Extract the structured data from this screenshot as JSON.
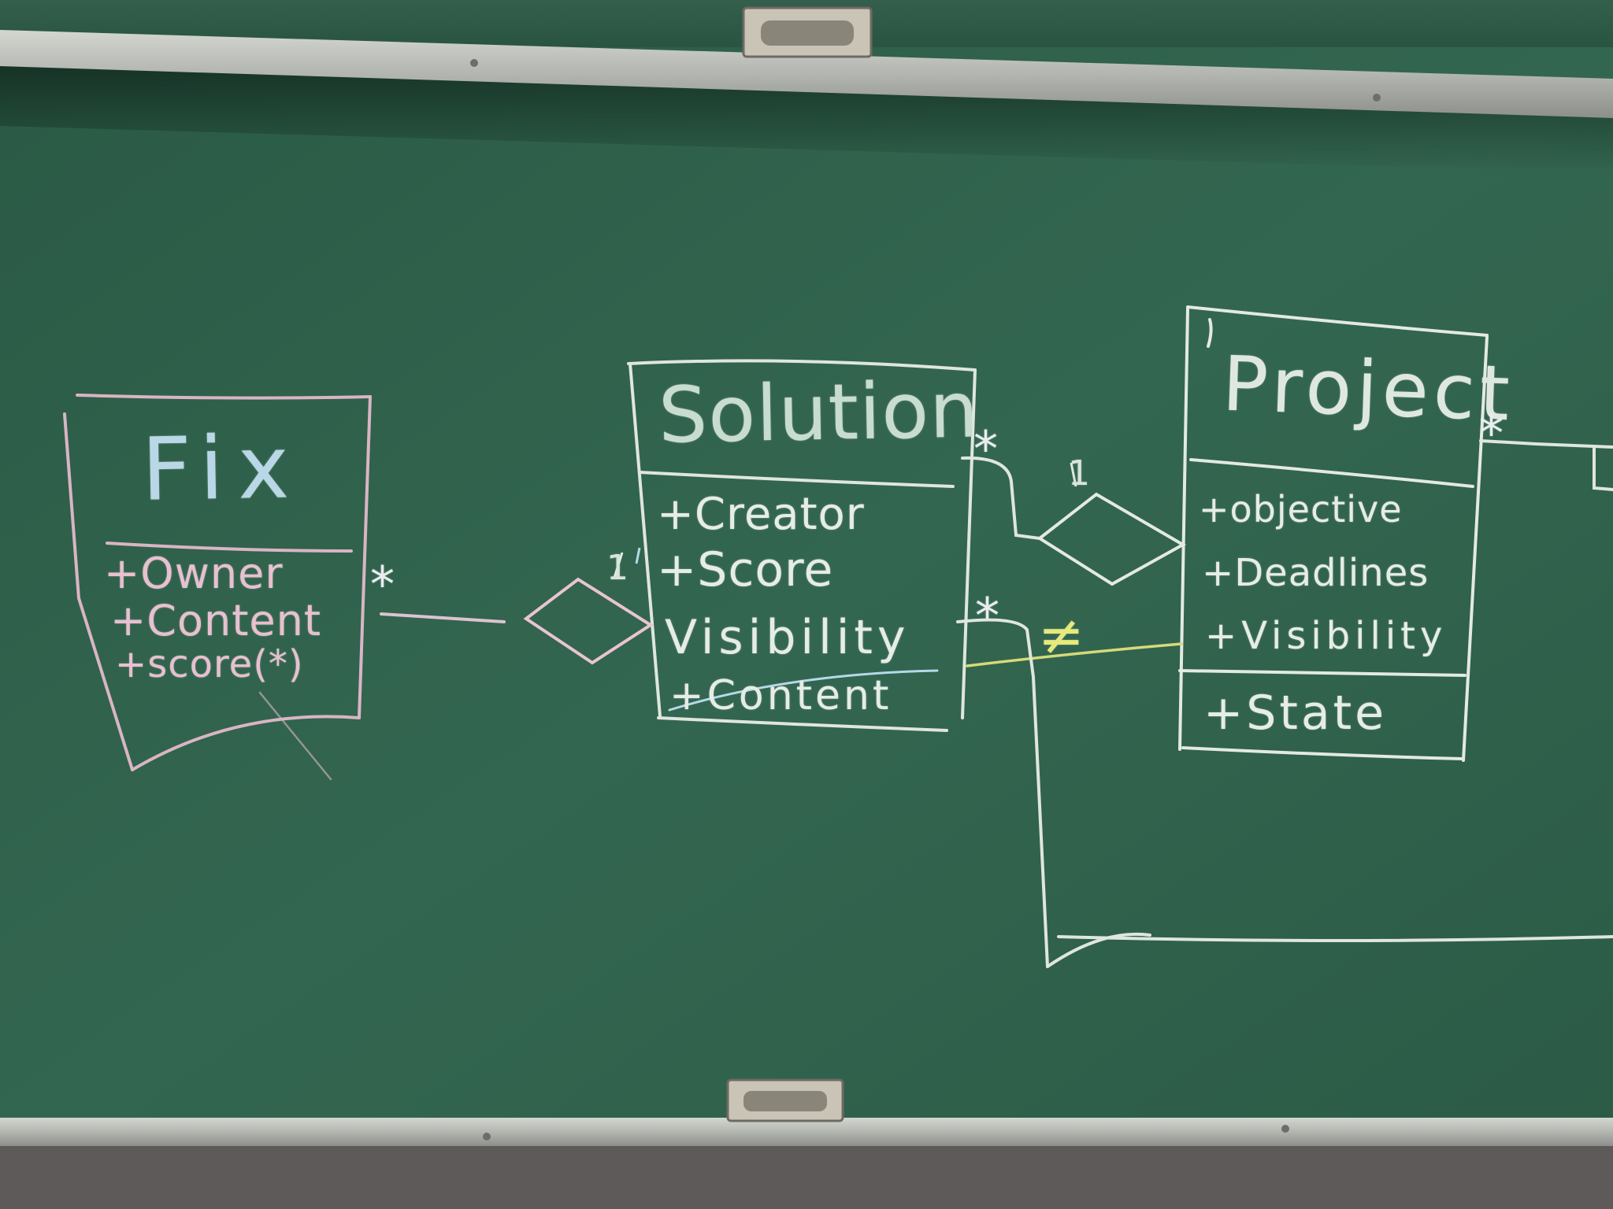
{
  "classes": {
    "fix": {
      "name": "Fix",
      "attributes": [
        "+Owner",
        "+Content",
        "+score(*)"
      ]
    },
    "solution": {
      "name": "Solution",
      "attributes": [
        "+Creator",
        "+Score",
        "Visibility",
        "+Content"
      ]
    },
    "project": {
      "name": "Project",
      "attributes": [
        "+objective",
        "+Deadlines",
        "+Visibility",
        "+State"
      ]
    }
  },
  "multiplicities": {
    "fix_to_solution_fix_end": "*",
    "fix_to_solution_solution_end": "1",
    "solution_to_project_solution_end": "*",
    "solution_to_project_project_end": "1",
    "visibility_link_star": "*",
    "project_right": "*"
  },
  "annotations": {
    "not_equal": "≠"
  },
  "colors": {
    "board": "#2f5f49",
    "chalk_white": "#e6ece6",
    "chalk_pink": "#e8c0d0",
    "chalk_blue": "#b9d7e6",
    "chalk_yellow": "#e6ea7a",
    "frame_metal": "#b5b8b2"
  }
}
